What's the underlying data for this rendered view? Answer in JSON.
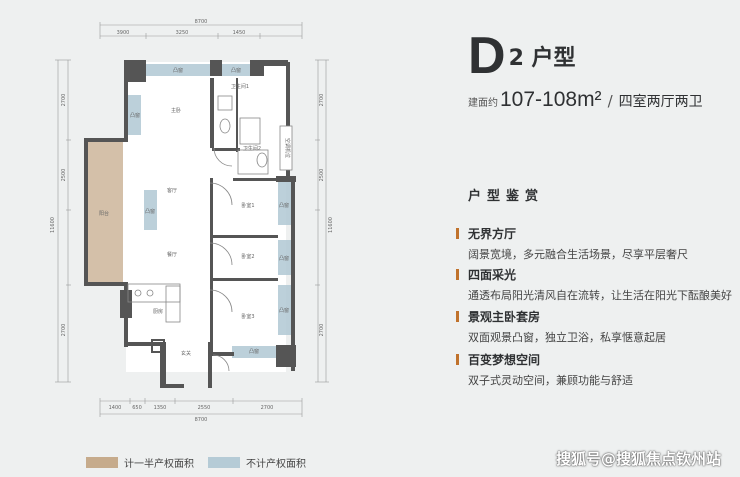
{
  "title": {
    "main": "D",
    "sub": "2 户型"
  },
  "area": {
    "prefix": "建面约",
    "value": "107-108m²",
    "sep": "/",
    "layout": "四室两厅两卫"
  },
  "section_title": "户型鉴赏",
  "features": [
    {
      "title": "无界方厅",
      "desc": "阔景宽境，多元融合生活场景，尽享平层奢尺"
    },
    {
      "title": "四面采光",
      "desc": "通透布局阳光清风自在流转，让生活在阳光下酝酿美好"
    },
    {
      "title": "景观主卧套房",
      "desc": "双面观景凸窗，独立卫浴，私享惬意起居"
    },
    {
      "title": "百变梦想空间",
      "desc": "双子式灵动空间，兼顾功能与舒适"
    }
  ],
  "legend": [
    {
      "label": "计一半产权面积",
      "color": "#c6ab8c"
    },
    {
      "label": "不计产权面积",
      "color": "#b5cbd6"
    }
  ],
  "watermark": "搜狐号@搜狐焦点钦州站",
  "rooms": {
    "master": "主卧",
    "living": "客厅",
    "dining": "餐厅",
    "kitchen": "厨房",
    "balcony": "阳台",
    "bay": "凸窗",
    "bath1": "卫生间1",
    "bath2": "卫生间2",
    "bed1": "卧室1",
    "bed2": "卧室2",
    "bed3": "卧室3",
    "entry": "玄关",
    "ac": "空调机位"
  },
  "dims": {
    "top_total": "8700",
    "top_segments": [
      "3900",
      "3250",
      "1450"
    ],
    "bottom_segments": [
      "1400",
      "650",
      "1350",
      "2550",
      "2700"
    ],
    "bottom_total": "8700",
    "left_total": "11600",
    "left_segments": [
      "2700",
      "2500",
      "2700"
    ],
    "right_total": "11600",
    "right_segments": [
      "2700",
      "2500",
      "2700"
    ]
  },
  "colors": {
    "wall": "#555555",
    "bay": "#b5cbd6",
    "balcony": "#c6ab8c",
    "accent": "#c0722c"
  }
}
